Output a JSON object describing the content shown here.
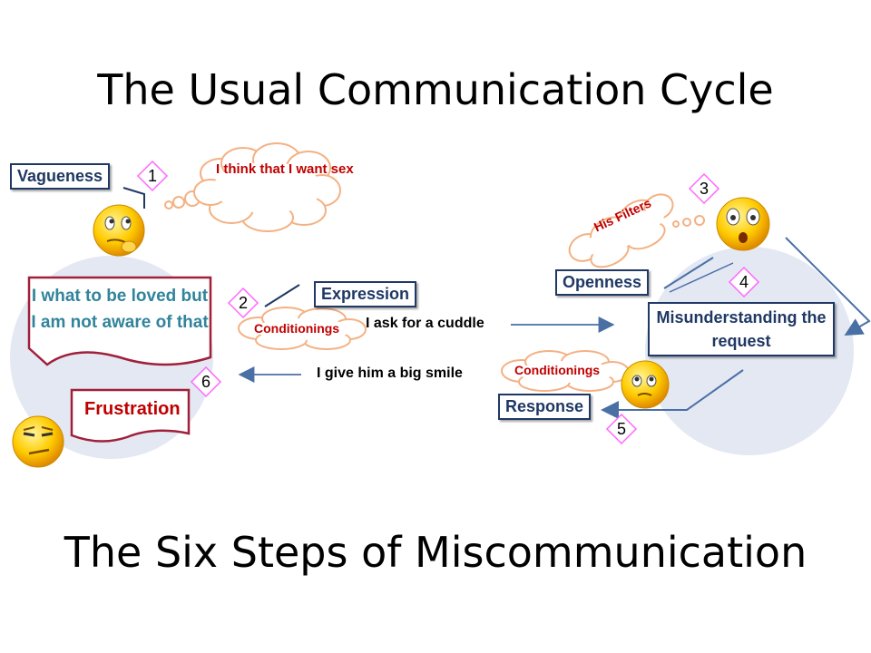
{
  "title": "The Usual Communication Cycle",
  "subtitle": "The Six Steps of Miscommunication",
  "steps": [
    {
      "number": "1",
      "label": "Vagueness"
    },
    {
      "number": "2",
      "label": "Expression"
    },
    {
      "number": "3",
      "label": "Openness"
    },
    {
      "number": "4",
      "label": "Misunderstanding the request"
    },
    {
      "number": "5",
      "label": "Response"
    },
    {
      "number": "6",
      "label": "Frustration"
    }
  ],
  "thought_bubble": "I think that I want sex",
  "his_filters": "His Filters",
  "inner_feeling": "I what to be loved but I am not aware of that",
  "conditionings": "Conditionings",
  "request": "I ask for a cuddle",
  "reply": "I give him a big smile",
  "colors": {
    "box_border": "#1f3864",
    "diamond": "#ff66ff",
    "circle_fill": "#e3e8f3",
    "arrow": "#4a6fa5",
    "red_text": "#c00000",
    "teal_text": "#31849b"
  }
}
